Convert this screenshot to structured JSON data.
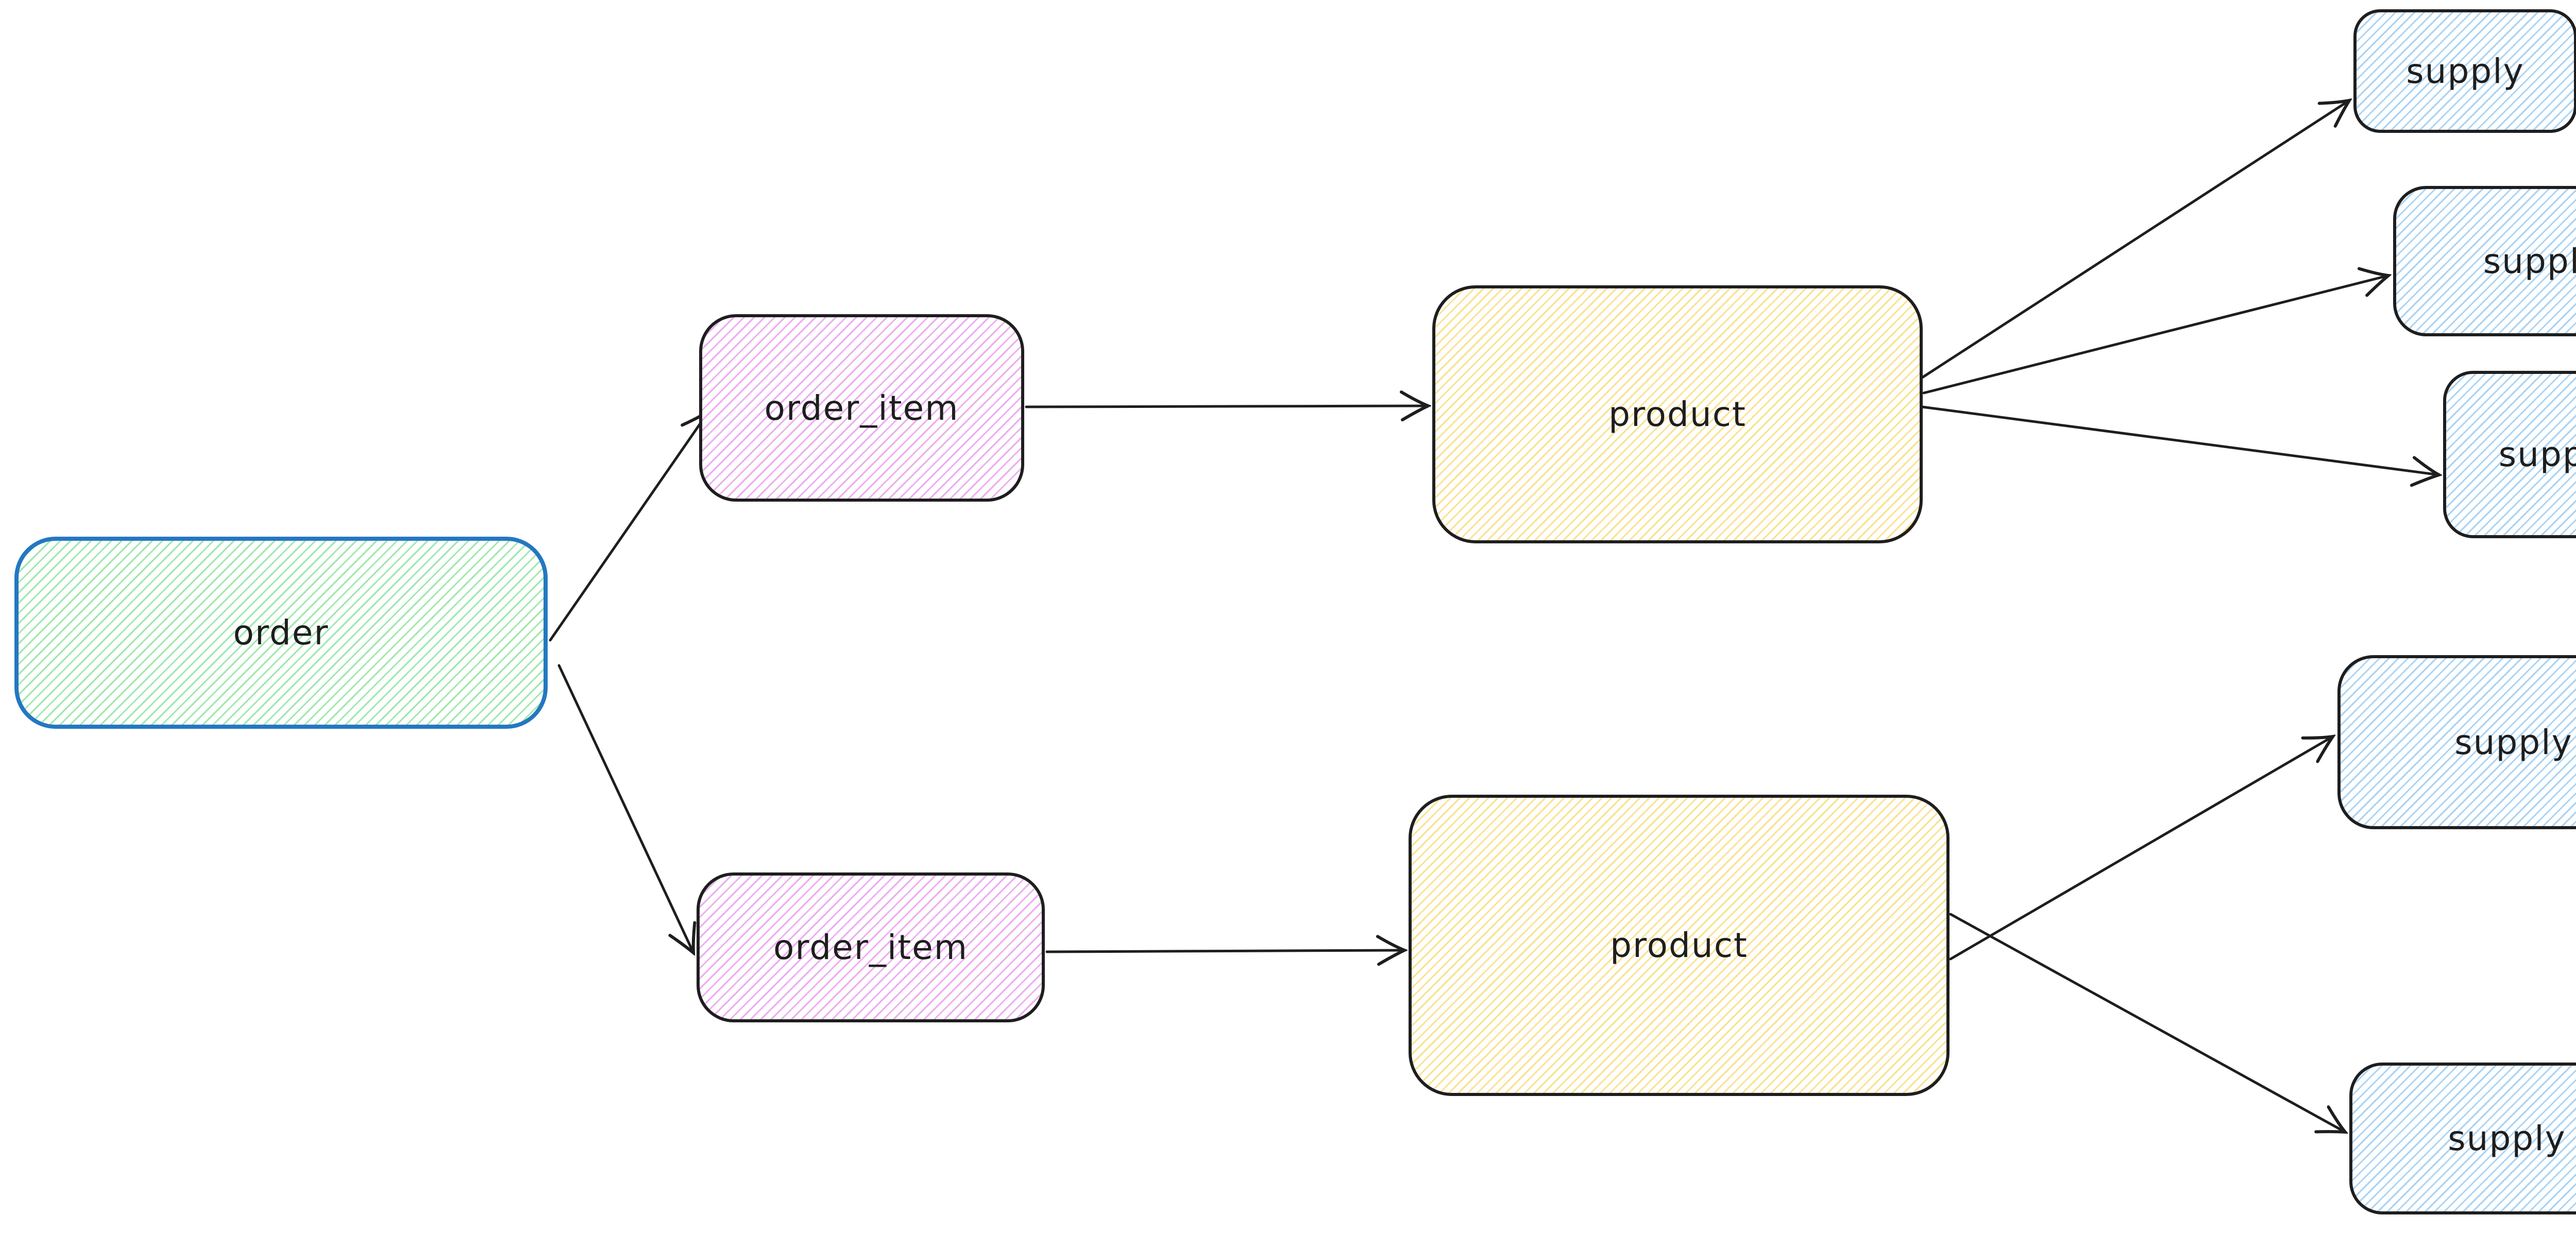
{
  "diagram": {
    "nodes": {
      "order": {
        "label": "order"
      },
      "order_item_top": {
        "label": "order_item"
      },
      "order_item_bottom": {
        "label": "order_item"
      },
      "product_top": {
        "label": "product"
      },
      "product_bottom": {
        "label": "product"
      },
      "supply_1": {
        "label": "supply"
      },
      "supply_2": {
        "label": "supply"
      },
      "supply_3": {
        "label": "supply"
      },
      "supply_4": {
        "label": "supply"
      },
      "supply_5": {
        "label": "supply"
      }
    },
    "edges": [
      {
        "from": "order",
        "to": "order_item_top"
      },
      {
        "from": "order",
        "to": "order_item_bottom"
      },
      {
        "from": "order_item_top",
        "to": "product_top"
      },
      {
        "from": "order_item_bottom",
        "to": "product_bottom"
      },
      {
        "from": "product_top",
        "to": "supply_1"
      },
      {
        "from": "product_top",
        "to": "supply_2"
      },
      {
        "from": "product_top",
        "to": "supply_3"
      },
      {
        "from": "product_bottom",
        "to": "supply_4"
      },
      {
        "from": "product_bottom",
        "to": "supply_5"
      }
    ],
    "colors": {
      "stroke": "#1e1e1e",
      "blue_border": "#2477c2",
      "green_hatch": "#9ee8ab",
      "violet_hatch": "#edacf2",
      "yellow_hatch": "#fbe18e",
      "blue_hatch": "#a8d3f5"
    }
  }
}
